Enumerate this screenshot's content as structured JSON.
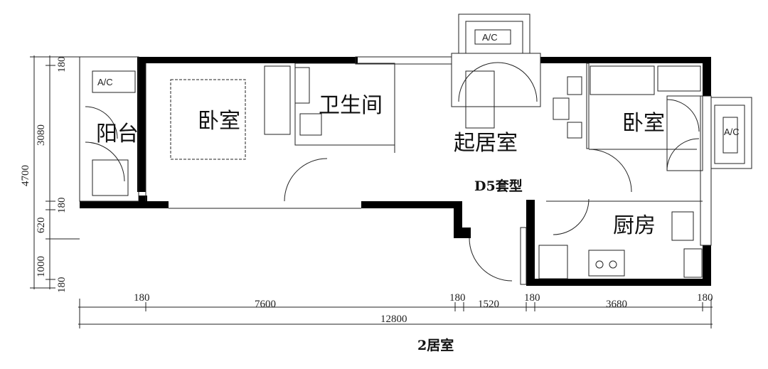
{
  "plan": {
    "type_label": "D5套型",
    "caption": "2居室",
    "rooms": {
      "balcony": "阳台",
      "bedroom_left": "卧室",
      "bathroom": "卫生间",
      "living_room": "起居室",
      "bedroom_right": "卧室",
      "kitchen": "厨房"
    },
    "ac_label": "A/C",
    "dimensions": {
      "vertical_total": "4700",
      "vertical": [
        "180",
        "3080",
        "180",
        "620",
        "1000",
        "180"
      ],
      "horizontal": [
        "180",
        "7600",
        "180",
        "1520",
        "180",
        "3680",
        "180"
      ],
      "horizontal_total": "12800"
    }
  }
}
